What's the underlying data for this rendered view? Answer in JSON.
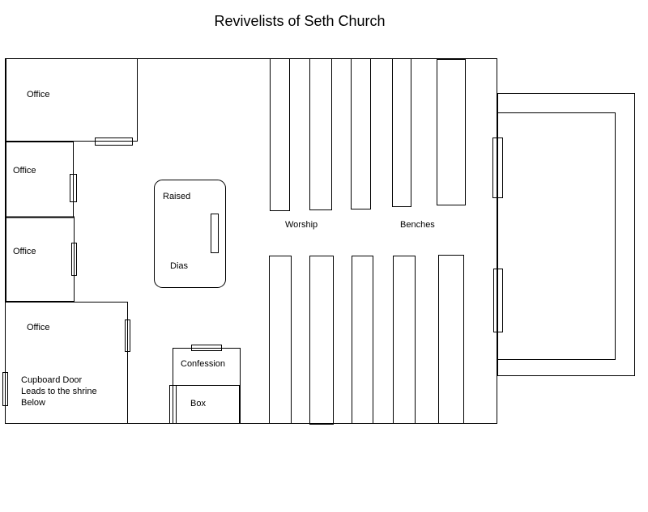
{
  "title": "Revivelists of Seth Church",
  "colors": {
    "line": "#000000",
    "background": "#ffffff"
  },
  "rooms": {
    "office_1": "Office",
    "office_2": "Office",
    "office_3": "Office",
    "office_4": "Office",
    "cupboard_note": [
      "Cupboard Door",
      "Leads to the shrine",
      "Below"
    ],
    "dias": [
      "Raised",
      "Dias"
    ],
    "confession": [
      "Confession",
      "Box"
    ],
    "worship_area": [
      "Worship",
      "Benches"
    ]
  },
  "benches": {
    "top_row_count": 5,
    "bottom_row_count": 5
  },
  "doors_count": 10
}
